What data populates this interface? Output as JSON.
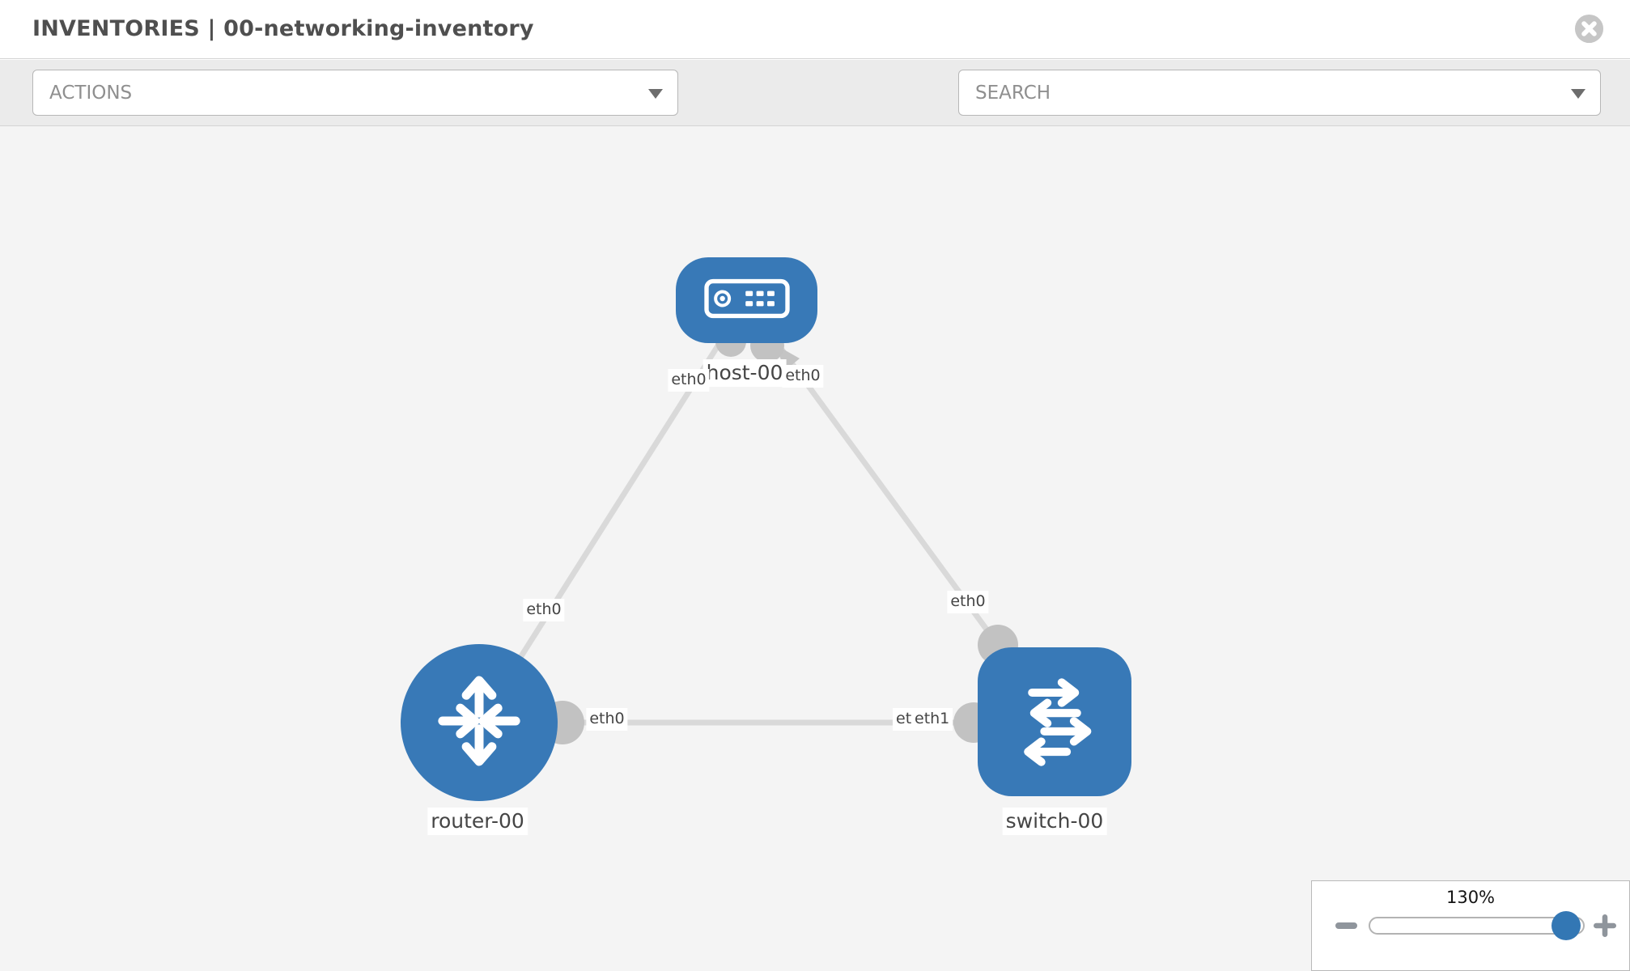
{
  "window": {
    "title": "INVENTORIES | 00-networking-inventory"
  },
  "toolbar": {
    "actions_dropdown": {
      "label": "ACTIONS"
    },
    "search_dropdown": {
      "placeholder": "SEARCH"
    },
    "icons": [
      "wrench-icon",
      "key-icon"
    ]
  },
  "topology": {
    "nodes": [
      {
        "id": "host-00",
        "type": "host",
        "label": "host-00",
        "icon": "host-icon"
      },
      {
        "id": "router-00",
        "type": "router",
        "label": "router-00",
        "icon": "router-icon"
      },
      {
        "id": "switch-00",
        "type": "switch",
        "label": "switch-00",
        "icon": "switch-icon"
      }
    ],
    "links": [
      {
        "from": "host-00",
        "to": "router-00",
        "from_label": "eth0",
        "to_label": "eth0"
      },
      {
        "from": "host-00",
        "to": "switch-00",
        "from_label": "eth0",
        "to_label": "eth0"
      },
      {
        "from": "router-00",
        "to": "switch-00",
        "from_label": "eth0",
        "to_label": "eth1",
        "to_label_overlapped": "eth0"
      }
    ]
  },
  "zoom_control": {
    "level_label": "130%",
    "percent": 130
  },
  "colors": {
    "node_blue": "#3879b7",
    "link_gray": "#d9d9d9",
    "port_gray": "#c2c2c2",
    "canvas_bg": "#f4f4f4",
    "toolbar_bg": "#ebebeb"
  }
}
